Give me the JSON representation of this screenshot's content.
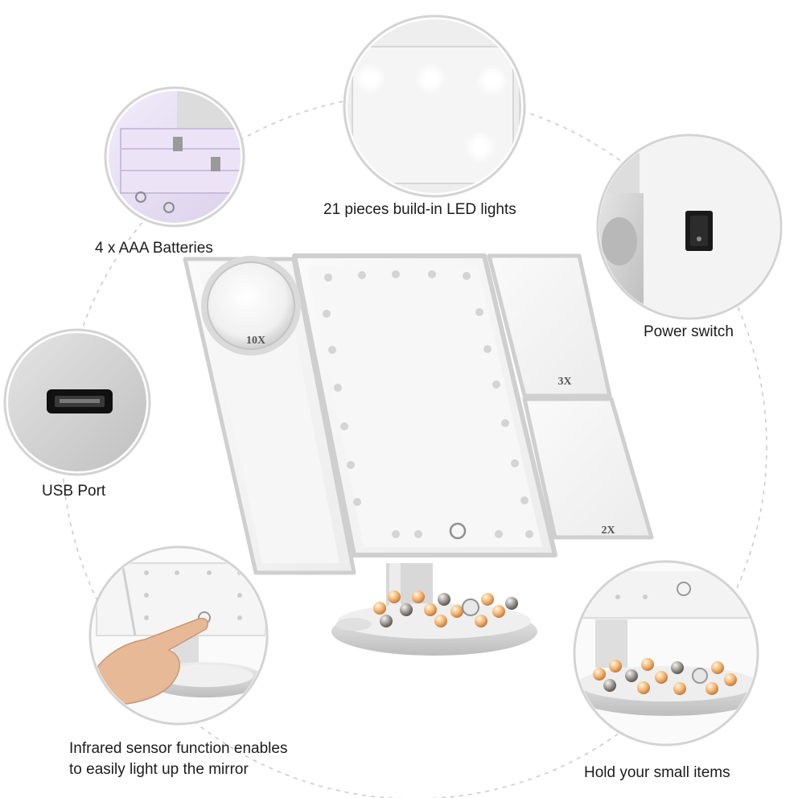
{
  "features": {
    "batteries": "4 x AAA Batteries",
    "led_lights": "21 pieces build-in LED lights",
    "power_switch": "Power switch",
    "usb_port": "USB Port",
    "sensor_line1": "Infrared sensor function enables",
    "sensor_line2": "to easily light up the mirror",
    "storage": "Hold your small items"
  },
  "magnification": {
    "small_mirror": "10X",
    "upper_right": "3X",
    "lower_right": "2X"
  },
  "colors": {
    "background": "#ffffff",
    "frame": "#d9d9d9",
    "mirror": "#f4f4f4",
    "led": "#cfcfcf",
    "dash_circle": "#c8c8c8",
    "battery_glow": "#e6ddf2"
  }
}
